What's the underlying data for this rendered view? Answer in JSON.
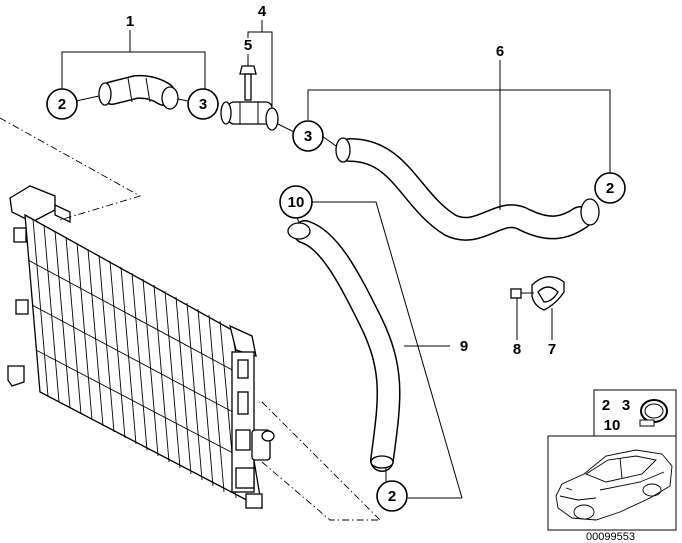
{
  "callouts": {
    "c1": "1",
    "c2a": "2",
    "c3a": "3",
    "c4": "4",
    "c5": "5",
    "c3b": "3",
    "c6": "6",
    "c2b": "2",
    "c10": "10",
    "c9": "9",
    "c8": "8",
    "c7": "7",
    "c2c": "2"
  },
  "inset": {
    "ref_2": "2",
    "ref_3": "3",
    "ref_10": "10"
  },
  "diagram_number": "00099553"
}
